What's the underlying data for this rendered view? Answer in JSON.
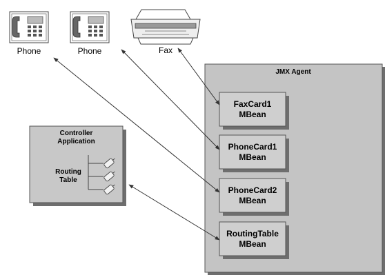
{
  "devices": [
    {
      "label": "Phone",
      "icon": "phone-icon"
    },
    {
      "label": "Phone",
      "icon": "phone-icon"
    },
    {
      "label": "Fax",
      "icon": "fax-icon"
    }
  ],
  "agent": {
    "title": "JMX Agent",
    "mbeans": [
      {
        "line1": "FaxCard1",
        "line2": "MBean"
      },
      {
        "line1": "PhoneCard1",
        "line2": "MBean"
      },
      {
        "line1": "PhoneCard2",
        "line2": "MBean"
      },
      {
        "line1": "RoutingTable",
        "line2": "MBean"
      }
    ]
  },
  "controller": {
    "title_line1": "Controller",
    "title_line2": "Application",
    "table_line1": "Routing",
    "table_line2": "Table"
  },
  "colors": {
    "box_fill": "#c8c8c8",
    "shadow": "#6e6e6e",
    "agent_fill": "#c4c4c4",
    "line": "#333333"
  }
}
